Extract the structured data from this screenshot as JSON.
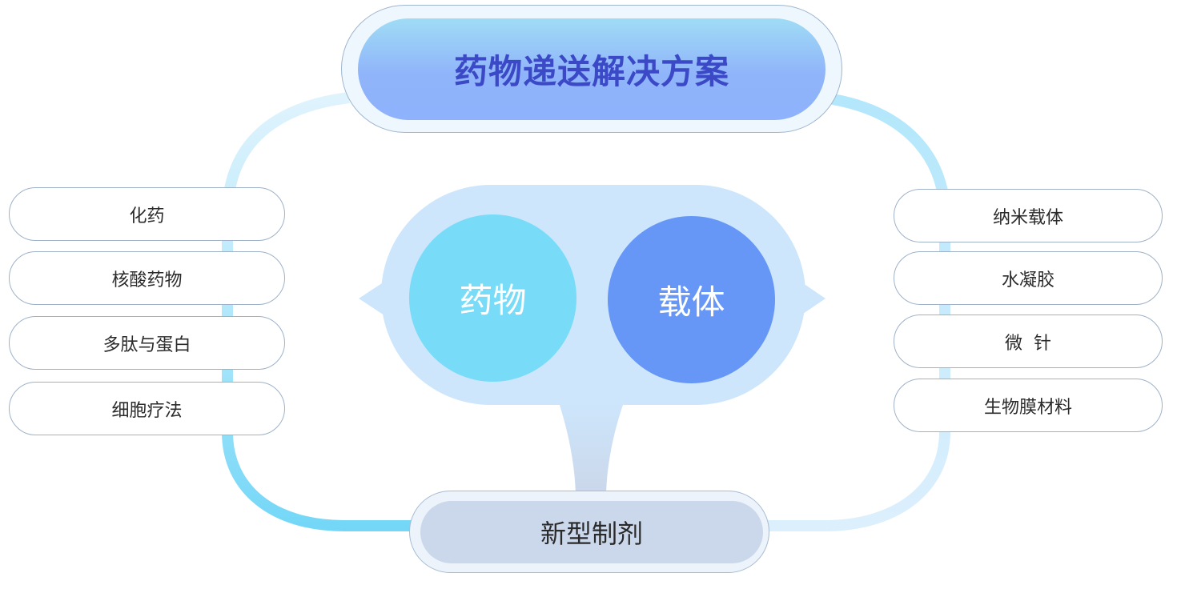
{
  "title": "药物递送解决方案",
  "left_items": [
    {
      "label": "化药"
    },
    {
      "label": "核酸药物"
    },
    {
      "label": "多肽与蛋白"
    },
    {
      "label": "细胞疗法"
    }
  ],
  "right_items": [
    {
      "label": "纳米载体"
    },
    {
      "label": "水凝胶"
    },
    {
      "label": "微  针"
    },
    {
      "label": "生物膜材料"
    }
  ],
  "center": {
    "drug_label": "药物",
    "carrier_label": "载体"
  },
  "bottom": {
    "label": "新型制剂"
  },
  "colors": {
    "title_text": "#3b49c7",
    "drug_circle": "#78dcf8",
    "carrier_circle": "#6797f6",
    "connector_left": "#7ad8f7",
    "connector_right": "#c8e9fb",
    "center_blob": "#cde6fc",
    "bottom_inner": "#cbd7ea"
  }
}
